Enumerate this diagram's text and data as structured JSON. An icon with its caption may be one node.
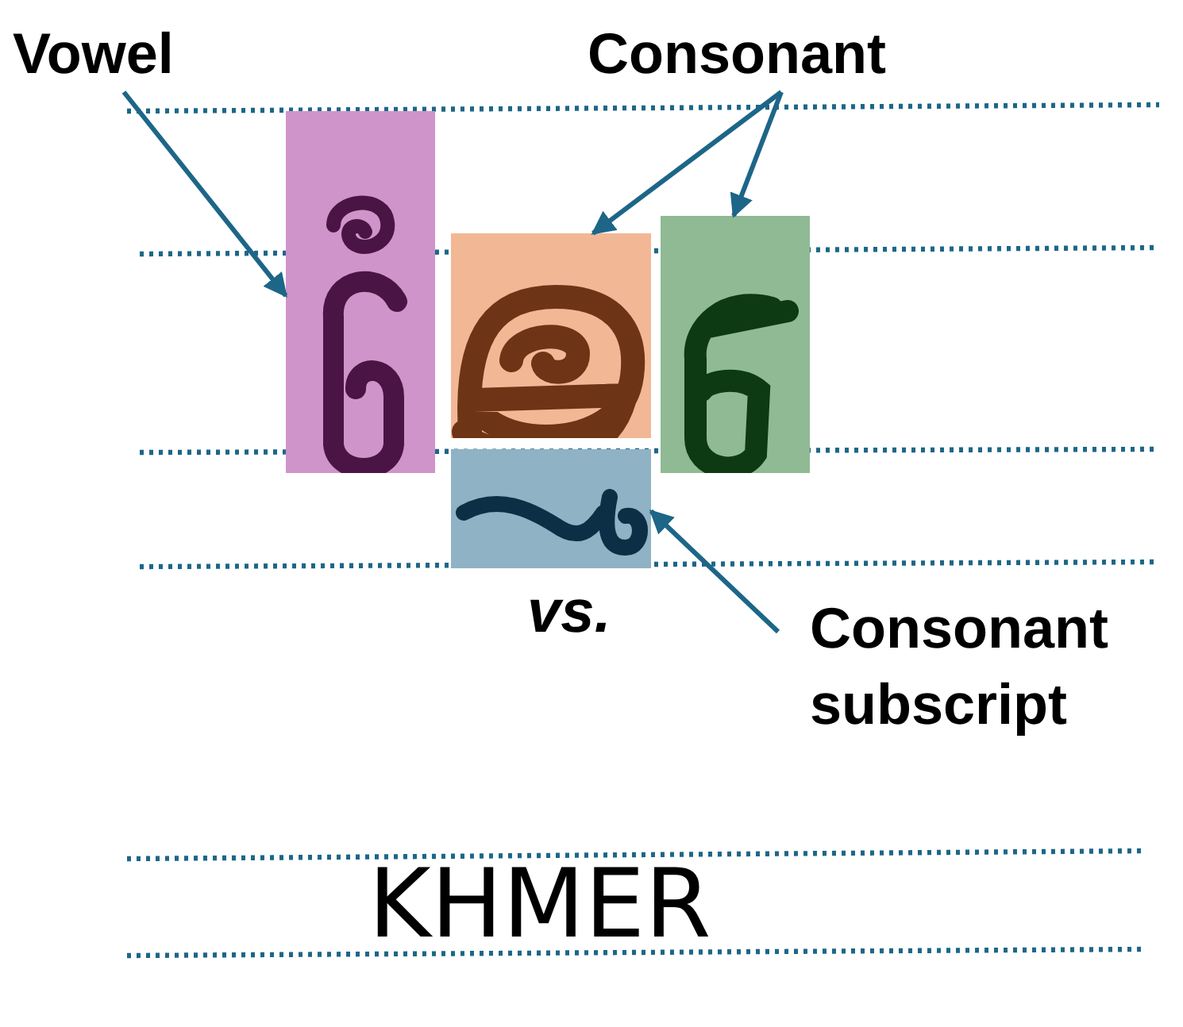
{
  "diagram": {
    "nodes": [
      {
        "text": [
          "Vowel"
        ]
      },
      {
        "text": [
          "Consonant"
        ]
      },
      {
        "text": [
          "Consonant subscript"
        ]
      },
      {
        "text": [],
        "shape": "box"
      },
      {
        "text": [],
        "shape": "box"
      },
      {
        "text": [],
        "shape": "box"
      },
      {
        "text": [],
        "shape": "box"
      }
    ],
    "edges": [
      {
        "from": 0,
        "to": 3,
        "arrow": "to"
      },
      {
        "from": 1,
        "to": 4,
        "arrow": "to"
      },
      {
        "from": 1,
        "to": 5,
        "arrow": "to"
      },
      {
        "from": 2,
        "to": 6,
        "arrow": "to"
      }
    ],
    "labels": [
      "vs.",
      "KHMER"
    ]
  }
}
